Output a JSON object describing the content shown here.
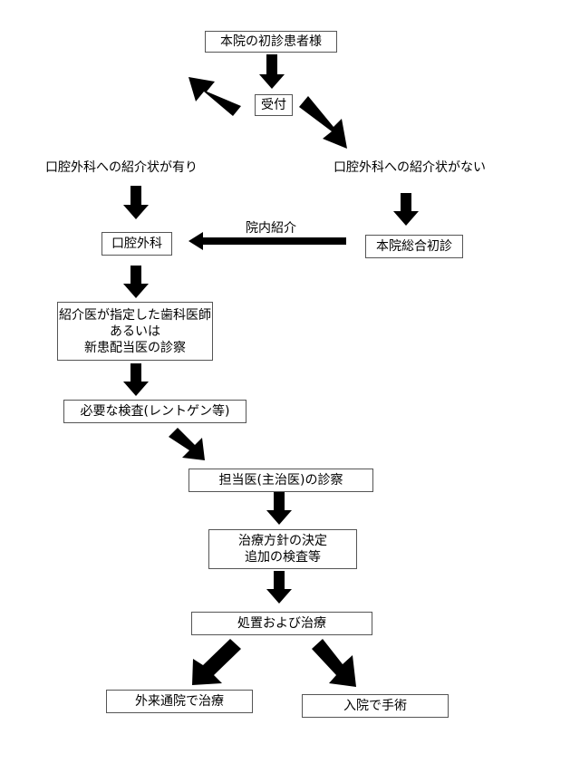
{
  "flowchart": {
    "start": "本院の初診患者様",
    "reception": "受付",
    "branch_with_referral": "口腔外科への紹介状が有り",
    "branch_without_referral": "口腔外科への紹介状がない",
    "oral_surgery": "口腔外科",
    "general_first_visit": "本院総合初診",
    "internal_referral": "院内紹介",
    "exam_dentist": {
      "line1": "紹介医が指定した歯科医師",
      "line2": "あるいは",
      "line3": "新患配当医の診察"
    },
    "tests": "必要な検査(レントゲン等)",
    "attending": "担当医(主治医)の診察",
    "plan": {
      "line1": "治療方針の決定",
      "line2": "追加の検査等"
    },
    "treatment": "処置および治療",
    "outpatient": "外来通院で治療",
    "inpatient": "入院で手術"
  }
}
